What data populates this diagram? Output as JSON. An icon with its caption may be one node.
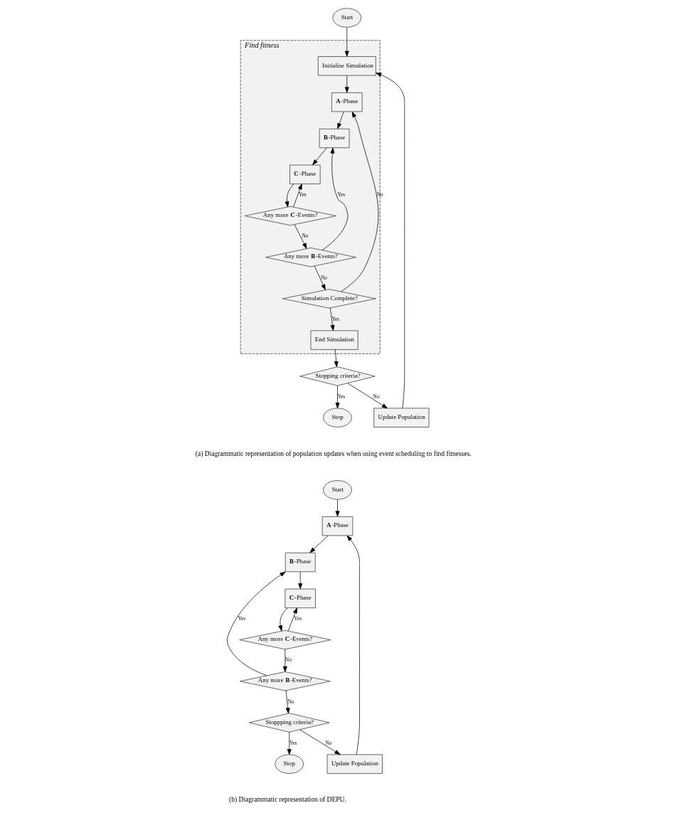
{
  "diagram": {
    "nodes": [
      {
        "text": [
          "Start"
        ]
      },
      {
        "text": [
          "Find fitness"
        ]
      },
      {
        "text": [
          "Initialise Simulation"
        ],
        "in": 1
      },
      {
        "text": [
          "**C**-Phase"
        ],
        "in": 1
      },
      {
        "text": [
          "**B**-Phase"
        ],
        "in": 1
      },
      {
        "text": [
          "**A**-Phase"
        ],
        "in": 1
      },
      {
        "text": [
          "Update Population"
        ]
      },
      {
        "text": [
          "Any more **C**-Events?"
        ],
        "in": 1
      },
      {
        "text": [
          "Any more **B**-Events?"
        ],
        "in": 1
      },
      {
        "text": [
          "Simulation Complete?"
        ],
        "in": 1
      },
      {
        "text": [
          "End Simulation"
        ],
        "in": 1
      },
      {
        "text": [
          "Stopping criteria?"
        ]
      },
      {
        "text": [
          "Stop"
        ]
      },
      {
        "text": [
          "Start"
        ]
      },
      {
        "text": [
          "**C**-Phase"
        ]
      },
      {
        "text": [
          "**B**-Phase"
        ]
      },
      {
        "text": [
          "**A**-Phase"
        ]
      },
      {
        "text": [
          "Update Population"
        ]
      },
      {
        "text": [
          "Any more **C**-Events?"
        ]
      },
      {
        "text": [
          "Any more **B**-Events?"
        ]
      },
      {
        "text": [
          "Stoppping criteria?"
        ]
      },
      {
        "text": [
          "Stop"
        ]
      }
    ],
    "edges": [
      {
        "from": 0,
        "to": 2,
        "arrow": "to"
      },
      {
        "from": 2,
        "to": 5,
        "arrow": "to"
      },
      {
        "from": 5,
        "to": 4,
        "arrow": "to"
      },
      {
        "from": 4,
        "to": 3,
        "arrow": "to"
      },
      {
        "from": 3,
        "to": 7,
        "arrow": "to"
      },
      {
        "from": 7,
        "to": 3,
        "arrow": "to",
        "label": "Yes"
      },
      {
        "from": 7,
        "to": 8,
        "arrow": "to",
        "label": "No"
      },
      {
        "from": 8,
        "to": 4,
        "arrow": "to",
        "label": "Yes"
      },
      {
        "from": 8,
        "to": 9,
        "arrow": "to",
        "label": "No"
      },
      {
        "from": 9,
        "to": 5,
        "arrow": "to",
        "label": "No"
      },
      {
        "from": 9,
        "to": 10,
        "arrow": "to",
        "label": "Yes"
      },
      {
        "from": 10,
        "to": 11,
        "arrow": "to"
      },
      {
        "from": 11,
        "to": 6,
        "arrow": "to",
        "label": "No"
      },
      {
        "from": 6,
        "to": 2,
        "arrow": "to"
      },
      {
        "from": 11,
        "to": 12,
        "arrow": "to",
        "label": "Yes"
      },
      {
        "from": 13,
        "to": 16,
        "arrow": "to"
      },
      {
        "from": 16,
        "to": 15,
        "arrow": "to"
      },
      {
        "from": 15,
        "to": 14,
        "arrow": "to"
      },
      {
        "from": 14,
        "to": 18,
        "arrow": "to"
      },
      {
        "from": 18,
        "to": 14,
        "arrow": "to",
        "label": "Yes"
      },
      {
        "from": 18,
        "to": 19,
        "arrow": "to",
        "label": "No"
      },
      {
        "from": 19,
        "to": 15,
        "arrow": "to",
        "label": "Yes"
      },
      {
        "from": 19,
        "to": 20,
        "arrow": "to",
        "label": "No"
      },
      {
        "from": 20,
        "to": 17,
        "arrow": "to",
        "label": "No"
      },
      {
        "from": 17,
        "to": 16,
        "arrow": "to"
      },
      {
        "from": 20,
        "to": 21,
        "arrow": "to",
        "label": "Yes"
      }
    ],
    "labels": [
      "(a) Diagrammatic representation of population updates when using event scheduling to find fitnesses.",
      "(b) Diagrammatic representation of DEPU."
    ]
  }
}
